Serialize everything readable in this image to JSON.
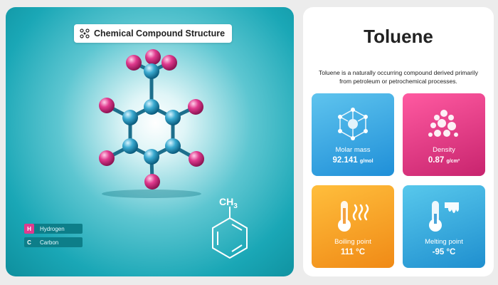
{
  "left": {
    "title": "Chemical Compound Structure",
    "formula_label": "CH",
    "formula_subscript": "3",
    "legend": [
      {
        "letter": "H",
        "label": "Hydrogen",
        "color": "#e03a8e"
      },
      {
        "letter": "C",
        "label": "Carbon",
        "color": "#0d7e89"
      }
    ]
  },
  "right": {
    "name": "Toluene",
    "description": "Toluene is a naturally occurring compound derived primarily from petroleum or petrochemical processes.",
    "cards": [
      {
        "label": "Molar mass",
        "value": "92.141",
        "unit": "g/mol",
        "icon": "molecule-icon"
      },
      {
        "label": "Density",
        "value": "0.87",
        "unit": "g/cm³",
        "icon": "bubbles-icon"
      },
      {
        "label": "Boiling point",
        "value": "111 °C",
        "unit": "",
        "icon": "thermometer-steam-icon"
      },
      {
        "label": "Melting point",
        "value": "-95 °C",
        "unit": "",
        "icon": "thermometer-melt-icon"
      }
    ]
  }
}
